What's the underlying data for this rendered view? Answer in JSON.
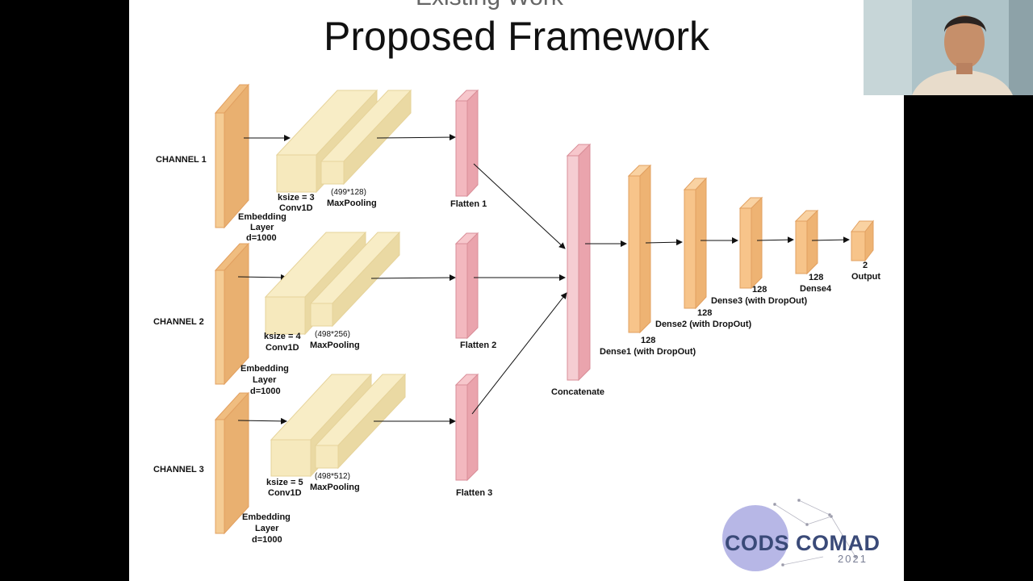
{
  "slide": {
    "title": "Proposed Framework"
  },
  "diagram": {
    "channels": [
      {
        "label": "CHANNEL 1",
        "embedding": [
          "Embedding",
          "Layer",
          "d=1000"
        ],
        "ksize": "ksize = 3",
        "conv": "Conv1D",
        "pool_dims": "(499*128)",
        "pool": "MaxPooling",
        "flatten": "Flatten 1"
      },
      {
        "label": "CHANNEL 2",
        "embedding": [
          "Embedding",
          "Layer",
          "d=1000"
        ],
        "ksize": "ksize = 4",
        "conv": "Conv1D",
        "pool_dims": "(498*256)",
        "pool": "MaxPooling",
        "flatten": "Flatten 2"
      },
      {
        "label": "CHANNEL 3",
        "embedding": [
          "Embedding",
          "Layer",
          "d=1000"
        ],
        "ksize": "ksize = 5",
        "conv": "Conv1D",
        "pool_dims": "(498*512)",
        "pool": "MaxPooling",
        "flatten": "Flatten 3"
      }
    ],
    "concatenate": "Concatenate",
    "dense": [
      {
        "size": "128",
        "label": "Dense1 (with DropOut)"
      },
      {
        "size": "128",
        "label": "Dense2 (with DropOut)"
      },
      {
        "size": "128",
        "label": "Dense3 (with DropOut)"
      },
      {
        "size": "128",
        "label": "Dense4"
      },
      {
        "size": "2",
        "label": "Output"
      }
    ],
    "colors": {
      "embedding": "#f5cc94",
      "conv": "#f6e9bd",
      "flatten": "#f3b8bf",
      "dense": "#f7c48a"
    }
  },
  "logo": {
    "line1": "CODS COMAD",
    "line2": "2021"
  }
}
